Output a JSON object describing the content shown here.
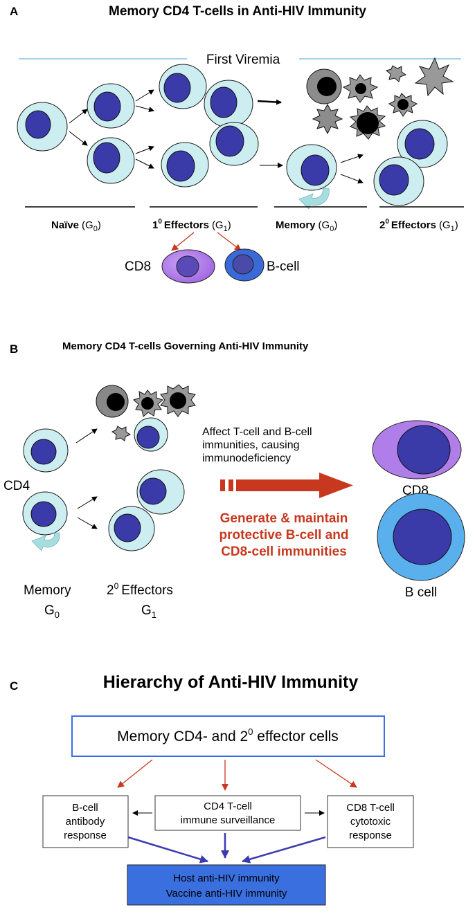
{
  "panel_a": {
    "letter": "A",
    "title": "Memory CD4 T-cells in Anti-HIV Immunity",
    "banner": "First Viremia",
    "stage_naive": "Naïve",
    "stage_naive_sub": "(G",
    "g0": "0",
    "g1": "1",
    "close_paren": ")",
    "stage_primary_sup": "0",
    "stage_primary": "1",
    "stage_primary_word": "Effectors",
    "stage_memory": "Memory",
    "stage_secondary": "2",
    "stage_secondary_word": "Effectors",
    "cd8": "CD8",
    "bcell": "B-cell"
  },
  "panel_b": {
    "letter": "B",
    "title": "Memory CD4 T-cells Governing Anti-HIV Immunity",
    "cd4": "CD4",
    "affect_line1": "Affect T-cell and B-cell",
    "affect_line2": "immunities, causing",
    "affect_line3": "immunodeficiency",
    "generate_line1": "Generate & maintain",
    "generate_line2": "protective B-cell and",
    "generate_line3": "CD8-cell immunities",
    "cd8": "CD8",
    "bcell": "B cell",
    "memory": "Memory",
    "memory_g": "G",
    "memory_g_sub": "0",
    "effectors_num": "2",
    "effectors_sup": "0",
    "effectors_word": "Effectors",
    "effectors_g": "G",
    "effectors_g_sub": "1"
  },
  "panel_c": {
    "letter": "C",
    "title": "Hierarchy of Anti-HIV Immunity",
    "top_box_a": "Memory CD4- and 2",
    "top_box_sup": "0",
    "top_box_b": " effector cells",
    "left_box": [
      "B-cell",
      "antibody",
      "response"
    ],
    "mid_box": [
      "CD4 T-cell",
      "immune surveillance"
    ],
    "right_box": [
      "CD8 T-cell",
      "cytotoxic",
      "response"
    ],
    "bottom_box": [
      "Host anti-HIV immunity",
      "Vaccine anti-HIV immunity"
    ]
  },
  "colors": {
    "cell_body": "#cdeef0",
    "nucleus": "#3a3aa8",
    "cd8_cell": "#b07ee8",
    "bcell_dark": "#3a6ad8",
    "bcell_light": "#5ab0ec",
    "red_accent": "#c8381e",
    "blue_box": "#3a6fe0",
    "banner_line": "#6fb4d8"
  }
}
